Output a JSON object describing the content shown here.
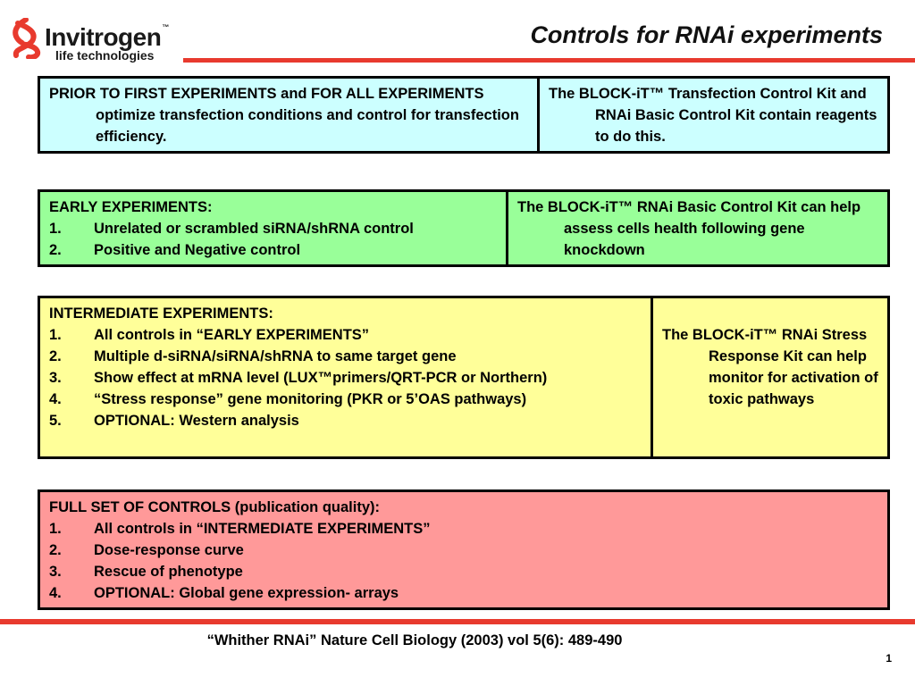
{
  "header": {
    "logo_word": "Invitrogen",
    "logo_tm": "™",
    "logo_sub": "life technologies",
    "title": "Controls for RNAi experiments",
    "accent_color": "#e83a2e"
  },
  "rows": [
    {
      "color": "#ccffff",
      "left": "PRIOR TO FIRST EXPERIMENTS and FOR ALL EXPERIMENTS optimize transfection conditions and control for transfection efficiency.",
      "right": "The BLOCK-iT™ Transfection Control Kit and RNAi Basic Control Kit contain reagents to do this."
    },
    {
      "color": "#99ff99",
      "heading": "EARLY EXPERIMENTS:",
      "items": [
        {
          "num": "1.",
          "text": "Unrelated or scrambled siRNA/shRNA control"
        },
        {
          "num": "2.",
          "text": "Positive and Negative control"
        }
      ],
      "right": "The BLOCK-iT™ RNAi Basic Control Kit can help assess cells health following gene knockdown"
    },
    {
      "color": "#ffff99",
      "heading": "INTERMEDIATE EXPERIMENTS:",
      "items": [
        {
          "num": "1.",
          "text": "All controls in “EARLY EXPERIMENTS”"
        },
        {
          "num": "2.",
          "text": "Multiple d-siRNA/siRNA/shRNA to same target gene"
        },
        {
          "num": "3.",
          "text": "Show effect at mRNA level (LUX™primers/QRT-PCR or Northern)"
        },
        {
          "num": "4.",
          "text": "“Stress response” gene monitoring (PKR or 5’OAS pathways)"
        },
        {
          "num": "5.",
          "text": "OPTIONAL: Western analysis"
        }
      ],
      "right": "The BLOCK-iT™ RNAi Stress Response Kit can help monitor for activation of toxic pathways"
    },
    {
      "color": "#ff9999",
      "heading": "FULL SET OF CONTROLS (publication quality):",
      "items": [
        {
          "num": "1.",
          "text": "All controls in “INTERMEDIATE EXPERIMENTS”"
        },
        {
          "num": "2.",
          "text": "Dose-response curve"
        },
        {
          "num": "3.",
          "text": "Rescue of phenotype"
        },
        {
          "num": "4.",
          "text": "OPTIONAL: Global gene expression- arrays"
        }
      ]
    }
  ],
  "footer": {
    "citation": "“Whither RNAi”  Nature Cell Biology (2003) vol 5(6): 489-490",
    "page_number": "1"
  }
}
